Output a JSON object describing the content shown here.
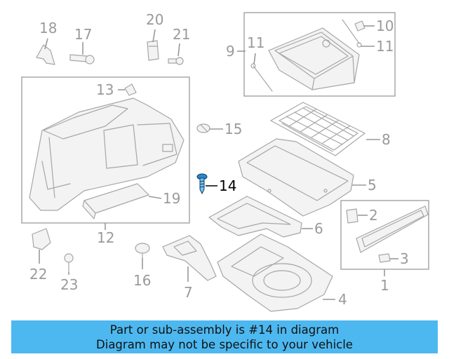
{
  "highlight_color": "#4db8f0",
  "highlighted_callout": "14",
  "callouts": {
    "c1": "1",
    "c2": "2",
    "c3": "3",
    "c4": "4",
    "c5": "5",
    "c6": "6",
    "c7": "7",
    "c8": "8",
    "c9": "9",
    "c10": "10",
    "c11a": "11",
    "c11b": "11",
    "c12": "12",
    "c13": "13",
    "c14": "14",
    "c15": "15",
    "c16": "16",
    "c17": "17",
    "c18": "18",
    "c19": "19",
    "c20": "20",
    "c21": "21",
    "c22": "22",
    "c23": "23"
  },
  "banner": {
    "line1": "Part or sub-assembly is #14 in diagram",
    "line2": "Diagram may not be specific to your vehicle"
  }
}
